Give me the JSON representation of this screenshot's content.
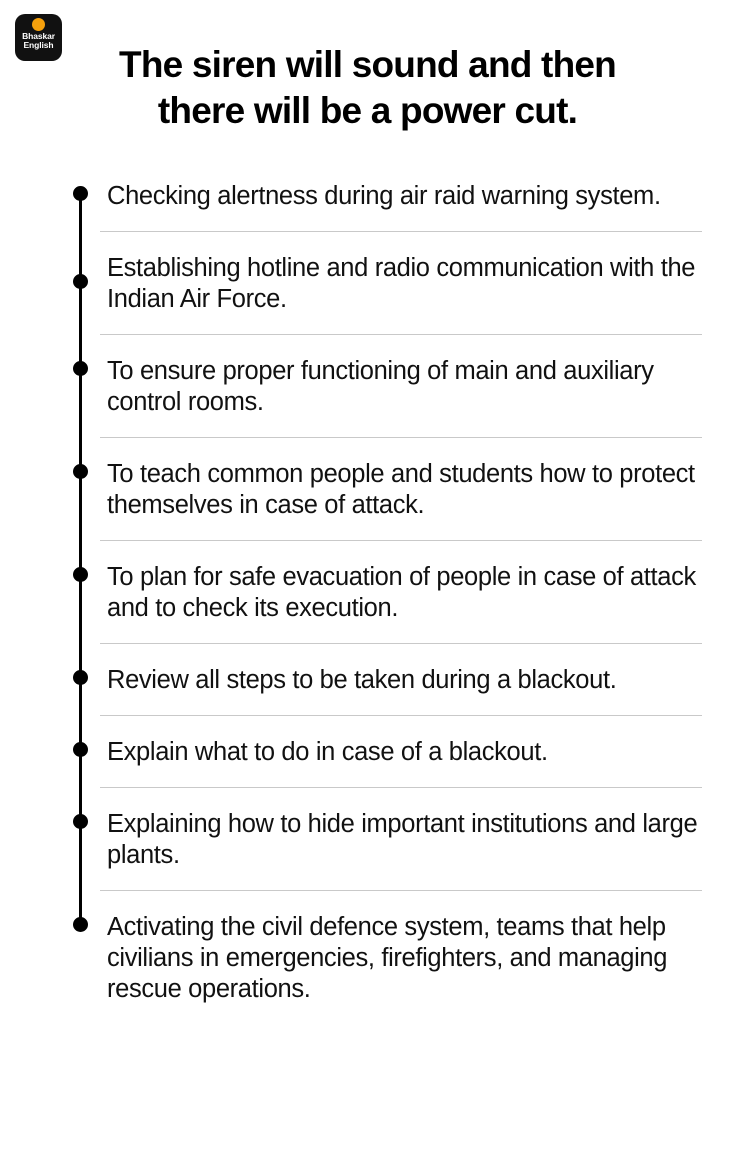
{
  "brand": {
    "logo_line1": "Bhaskar",
    "logo_line2": "English",
    "logo_bg": "#111111",
    "logo_accent": "#F5A00C",
    "logo_text_color": "#FFFFFF"
  },
  "header": {
    "title": "The siren will sound and then there will be a power cut."
  },
  "timeline": {
    "line_color": "#000000",
    "dot_color": "#000000",
    "separator_color": "#C9C9C9",
    "items": [
      {
        "text": "Checking alertness during air raid warning system.",
        "dot_align": "top"
      },
      {
        "text": "Establishing hotline and radio communication with the Indian Air Force.",
        "dot_align": "center"
      },
      {
        "text": "To ensure proper functioning of main and auxiliary control rooms.",
        "dot_align": "top"
      },
      {
        "text": "To teach common people and students how to protect themselves in case of attack.",
        "dot_align": "top"
      },
      {
        "text": "To plan for safe evacuation of people in case of attack and to check its execution.",
        "dot_align": "top"
      },
      {
        "text": "Review all steps to be taken during a blackout.",
        "dot_align": "top"
      },
      {
        "text": "Explain what to do in case of a blackout.",
        "dot_align": "top"
      },
      {
        "text": "Explaining how to hide important institutions and large plants.",
        "dot_align": "top"
      },
      {
        "text": "Activating the civil defence system, teams that help civilians in emergencies, firefighters, and managing rescue operations.",
        "dot_align": "top"
      }
    ]
  }
}
